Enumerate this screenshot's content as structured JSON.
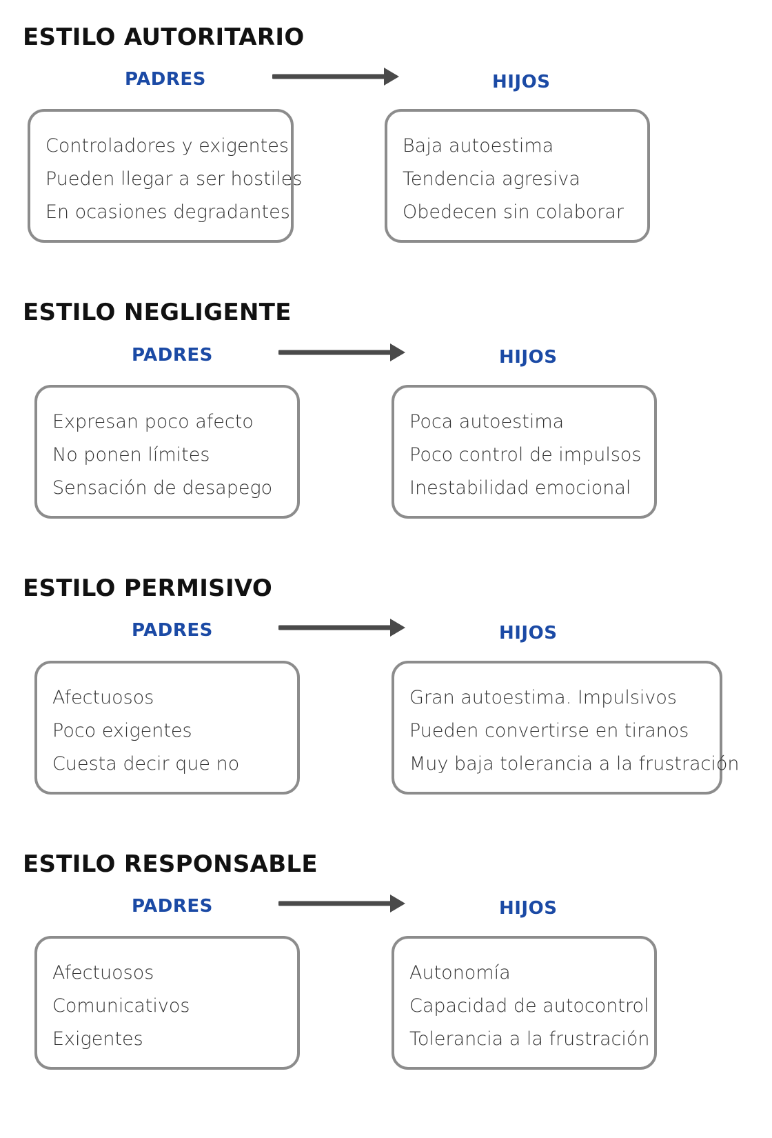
{
  "sections": [
    {
      "title": "ESTILO AUTORITARIO",
      "parents_label": "PADRES",
      "children_label": "HIJOS",
      "parents": [
        "Controladores y exigentes",
        "Pueden llegar a ser hostiles",
        "En ocasiones degradantes"
      ],
      "children": [
        "Baja autoestima",
        "Tendencia agresiva",
        "Obedecen sin colaborar"
      ]
    },
    {
      "title": "ESTILO NEGLIGENTE",
      "parents_label": "PADRES",
      "children_label": "HIJOS",
      "parents": [
        "Expresan poco afecto",
        "No ponen límites",
        "Sensación de desapego"
      ],
      "children": [
        "Poca autoestima",
        "Poco control de impulsos",
        "Inestabilidad emocional"
      ]
    },
    {
      "title": "ESTILO PERMISIVO",
      "parents_label": "PADRES",
      "children_label": "HIJOS",
      "parents": [
        "Afectuosos",
        "Poco exigentes",
        "Cuesta decir que no"
      ],
      "children": [
        "Gran autoestima. Impulsivos",
        "Pueden convertirse en tiranos",
        "Muy baja tolerancia a la frustración"
      ]
    },
    {
      "title": "ESTILO RESPONSABLE",
      "parents_label": "PADRES",
      "children_label": "HIJOS",
      "parents": [
        "Afectuosos",
        "Comunicativos",
        "Exigentes"
      ],
      "children": [
        "Autonomía",
        "Capacidad de autocontrol",
        "Tolerancia a la frustración"
      ]
    }
  ],
  "colors": {
    "heading": "#111111",
    "accent": "#1b4aa5",
    "border": "#8c8c8c",
    "arrow": "#4a4a4a",
    "text": "#333333"
  }
}
